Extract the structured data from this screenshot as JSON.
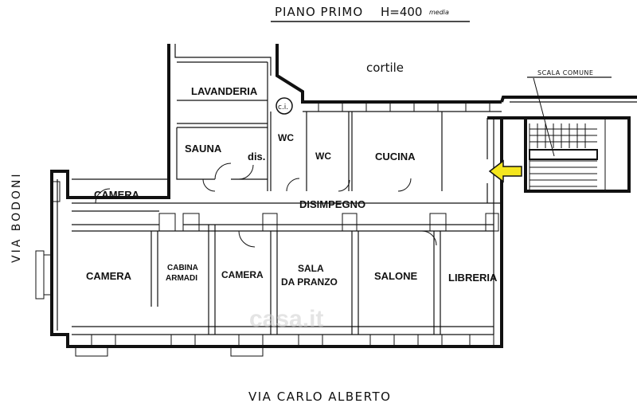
{
  "header": {
    "title": "PIANO  PRIMO",
    "height": "H=400",
    "height_note": "media"
  },
  "labels": {
    "courtyard": "cortile",
    "common_stair": "SCALA COMUNE",
    "street_left": "VIA BODONI",
    "street_bottom": "VIA CARLO ALBERTO",
    "ci": "c.i."
  },
  "rooms": {
    "lavanderia": "LAVANDERIA",
    "sauna": "SAUNA",
    "dis": "dis.",
    "wc1": "WC",
    "wc2": "WC",
    "cucina": "CUCINA",
    "camera_top": "CAMERA",
    "disimpegno": "DISIMPEGNO",
    "camera_main": "CAMERA",
    "cabina_1": "CABINA",
    "cabina_2": "ARMADI",
    "camera_small": "CAMERA",
    "sala_1": "SALA",
    "sala_2": "DA PRANZO",
    "salone": "SALONE",
    "libreria": "LIBRERIA"
  },
  "watermark": "casa.it",
  "colors": {
    "arrow": "#f5e61e",
    "lines": "#111111"
  }
}
